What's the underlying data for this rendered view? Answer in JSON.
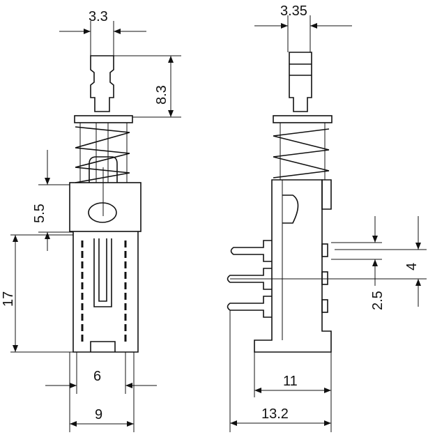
{
  "left_view": {
    "dim_plunger_width": "3.3",
    "dim_plunger_height": "8.3",
    "dim_travel": "5.5",
    "dim_body_height": "17",
    "dim_inner_width": "6",
    "dim_body_width": "9"
  },
  "right_view": {
    "dim_plunger_width": "3.35",
    "dim_pin_pitch": "4",
    "dim_pin_offset": "2.5",
    "dim_body_depth": "11",
    "dim_overall_depth": "13.2"
  }
}
